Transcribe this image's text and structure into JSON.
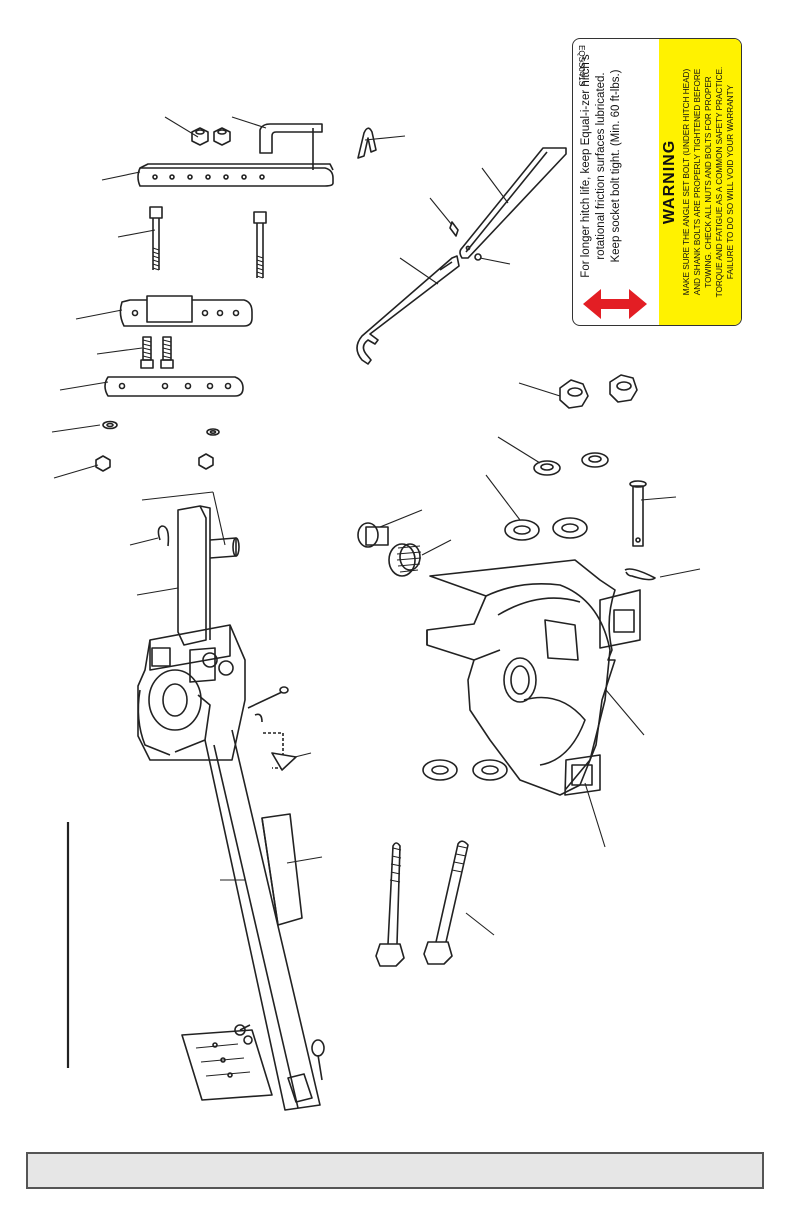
{
  "warning_label": {
    "lines": [
      "For longer hitch life, keep Equal-i-zer hitch's",
      "rotational friction surfaces lubricated.",
      "Keep socket bolt tight. (Min. 60 ft-lbs.)"
    ],
    "title": "WARNING",
    "body": [
      "MAKE SURE THE ANGLE SET BOLT (UNDER HITCH HEAD)",
      "AND SHANK BOLTS ARE PROPERLY TIGHTENED BEFORE",
      "TOWING. CHECK ALL NUTS AND BOLTS FOR PROPER",
      "TORQUE AND FATIGUE AS A COMMON SAFETY PRACTICE.",
      "FAILURE TO DO SO WILL VOID YOUR WARRANTY"
    ],
    "code": "EQSS041S",
    "colors": {
      "warning_bg": "#fff200",
      "arrow": "#e31e24"
    }
  },
  "footer_bar": {
    "text": ""
  }
}
